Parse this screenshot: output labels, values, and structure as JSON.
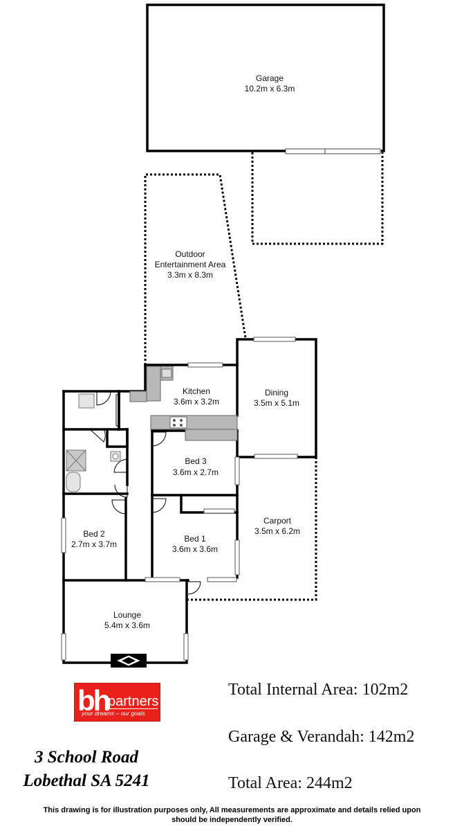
{
  "rooms": [
    {
      "id": "garage",
      "name": "Garage",
      "size": "10.2m x 6.3m"
    },
    {
      "id": "outdoor",
      "name": "Outdoor",
      "name2": "Entertainment Area",
      "size": "3.3m x 8.3m"
    },
    {
      "id": "kitchen",
      "name": "Kitchen",
      "size": "3.6m x 3.2m"
    },
    {
      "id": "dining",
      "name": "Dining",
      "size": "3.5m x 5.1m"
    },
    {
      "id": "bed3",
      "name": "Bed 3",
      "size": "3.6m x 2.7m"
    },
    {
      "id": "carport",
      "name": "Carport",
      "size": "3.5m x 6.2m"
    },
    {
      "id": "bed2",
      "name": "Bed 2",
      "size": "2.7m x 3.7m"
    },
    {
      "id": "bed1",
      "name": "Bed 1",
      "size": "3.6m x 3.6m"
    },
    {
      "id": "lounge",
      "name": "Lounge",
      "size": "5.4m x 3.6m"
    }
  ],
  "areas": {
    "internal": "Total Internal Area:  102m2",
    "garage_verandah": "Garage & Verandah: 142m2",
    "total": "Total Area: 244m2"
  },
  "logo": {
    "bh": "bh",
    "partners": "partners",
    "tagline": "your dreams – our goals",
    "color": "#e8211c"
  },
  "address": {
    "line1": "3 School Road",
    "line2": "Lobethal SA 5241"
  },
  "disclaimer": {
    "line1": "This drawing is for illustration purposes only, All measurements are approximate and details relied upon",
    "line2": "should be independently verified."
  }
}
